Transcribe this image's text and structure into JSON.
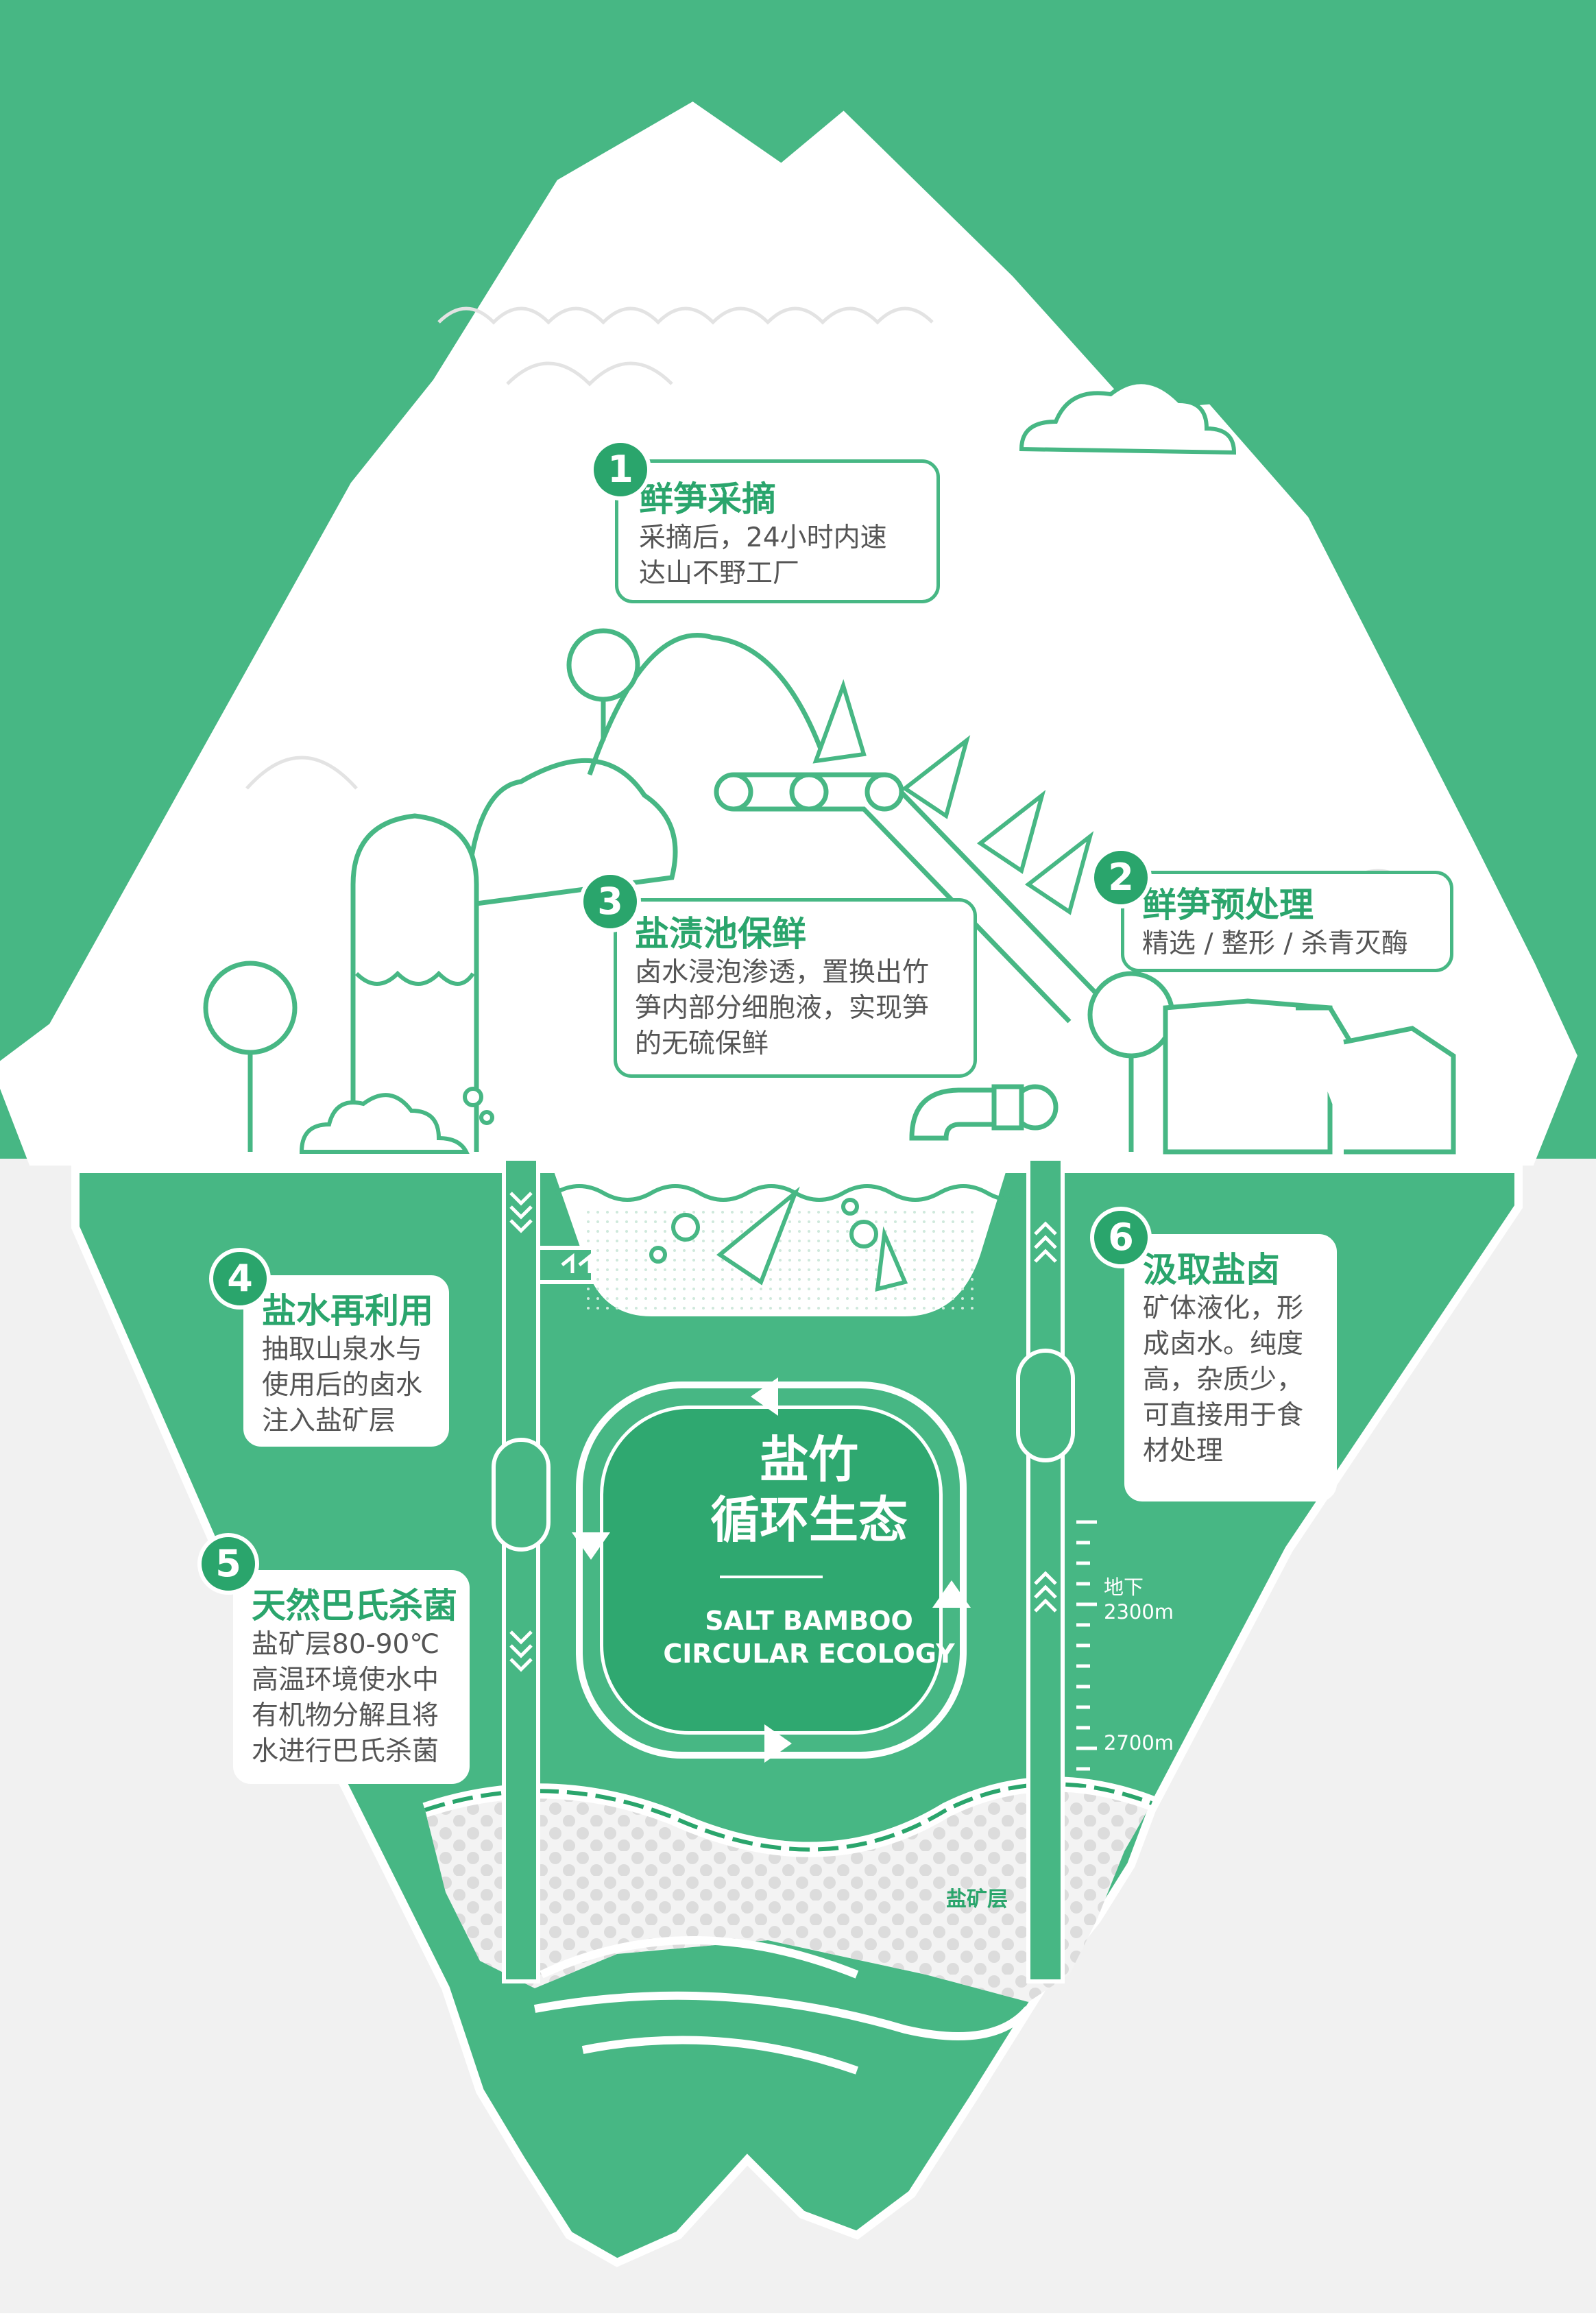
{
  "colors": {
    "green": "#47b784",
    "dark_green": "#2aa56c",
    "white": "#ffffff",
    "grey": "#e9e9e9"
  },
  "center": {
    "title": "盐竹\n循环生态",
    "subtitle": "SALT BAMBOO\nCIRCULAR ECOLOGY"
  },
  "steps": [
    {
      "number": "1",
      "title": "鲜笋采摘",
      "body": "采摘后，24小时内速\n达山不野工厂"
    },
    {
      "number": "2",
      "title": "鲜笋预处理",
      "body": "精选 / 整形 / 杀青灭酶"
    },
    {
      "number": "3",
      "title": "盐渍池保鲜",
      "body": "卤水浸泡渗透，置换出竹\n笋内部分细胞液，实现笋\n的无硫保鲜"
    },
    {
      "number": "4",
      "title": "盐水再利用",
      "body": "抽取山泉水与\n使用后的卤水\n注入盐矿层"
    },
    {
      "number": "5",
      "title": "天然巴氏杀菌",
      "body": "盐矿层80-90℃\n高温环境使水中\n有机物分解且将\n水进行巴氏杀菌"
    },
    {
      "number": "6",
      "title": "汲取盐卤",
      "body": "矿体液化，形\n成卤水。纯度\n高，杂质少，\n可直接用于食\n材处理"
    }
  ],
  "depth": {
    "underground_label": "地下",
    "depth_1": "2300m",
    "depth_2": "2700m"
  },
  "ore_label": "盐矿层"
}
